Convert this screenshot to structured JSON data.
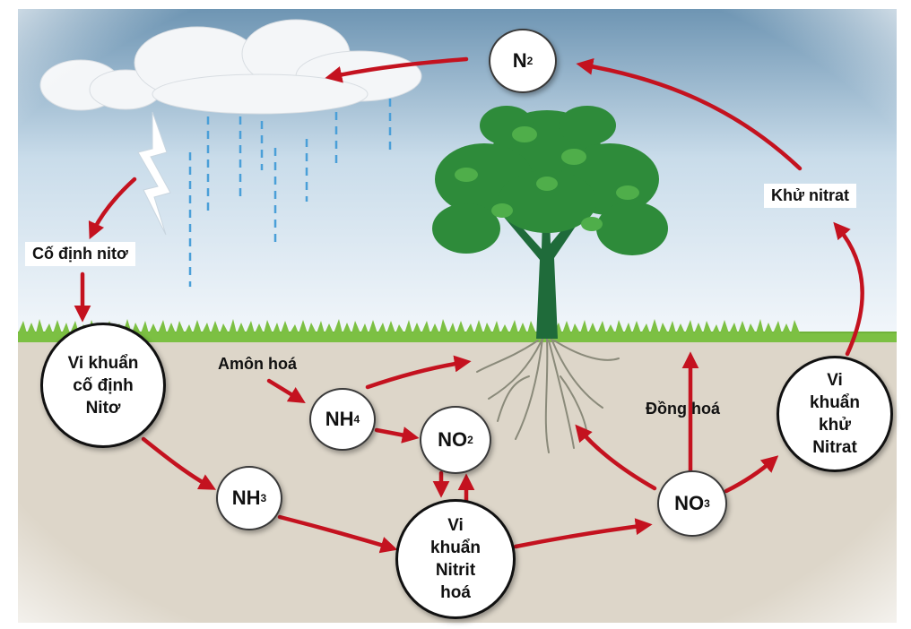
{
  "nodes": {
    "n2": {
      "base": "N",
      "sub": "2"
    },
    "nh4": {
      "base": "NH",
      "sub": "4"
    },
    "no2": {
      "base": "NO",
      "sub": "2"
    },
    "nh3": {
      "base": "NH",
      "sub": "3"
    },
    "no3": {
      "base": "NO",
      "sub": "3"
    },
    "fixing_bacteria": {
      "line1": "Vi khuẩn",
      "line2": "cố định",
      "line3": "Nitơ"
    },
    "nitrifying_bacteria": {
      "line1": "Vi",
      "line2": "khuẩn",
      "line3": "Nitrit",
      "line4": "hoá"
    },
    "denitrifying_bacteria": {
      "line1": "Vi",
      "line2": "khuẩn",
      "line3": "khử",
      "line4": "Nitrat"
    }
  },
  "labels": {
    "fixation": "Cố định nitơ",
    "ammonification": "Amôn  hoá",
    "assimilation": "Đồng hoá",
    "denitrification": "Khử nitrat"
  },
  "colors": {
    "arrow": "#c4121f",
    "sky_top": "#6e95b3",
    "sky_bottom": "#f3f7fb",
    "soil": "#ddd6c9",
    "grass": "#6fb23a",
    "tree_leaf": "#2e8b3a",
    "tree_trunk": "#1f6b3a",
    "rain": "#4a9fd8"
  }
}
